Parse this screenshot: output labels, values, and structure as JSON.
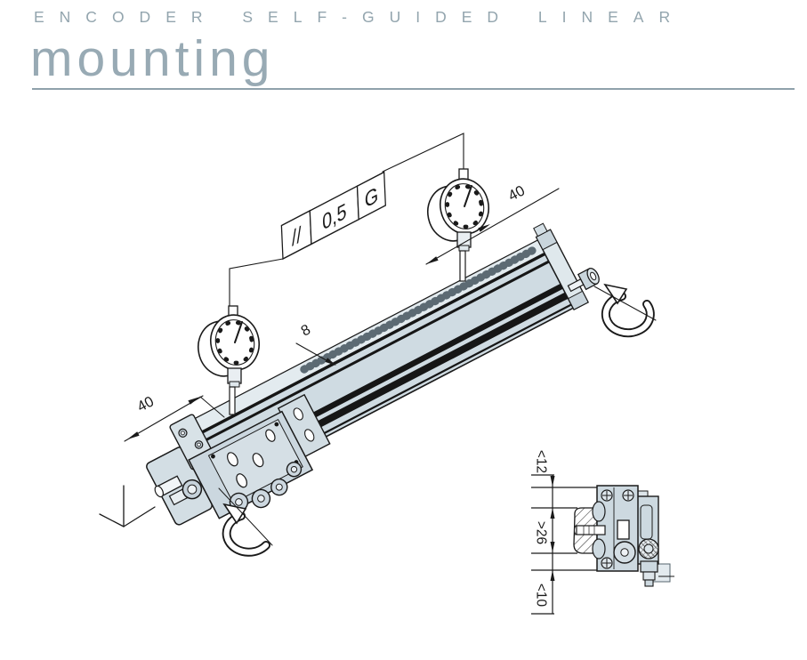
{
  "header": {
    "eyebrow": "ENCODER SELF-GUIDED LINEAR",
    "title": "mounting"
  },
  "drawing": {
    "tolerance_frame": {
      "symbol": "//",
      "value": "0,5",
      "datum": "G"
    },
    "dimensions": {
      "right_end_offset": "40",
      "left_end_offset": "40",
      "reference_edge": "8"
    },
    "section_detail": {
      "top_clearance": "<12",
      "support_height": ">26",
      "bottom_clearance": "<10"
    }
  },
  "colors": {
    "accent_text": "#93a5ae",
    "divider": "#8fa1ab",
    "line": "#1a1a1a",
    "profile_fill": "#cfdbe2",
    "profile_light": "#e3ebef"
  }
}
